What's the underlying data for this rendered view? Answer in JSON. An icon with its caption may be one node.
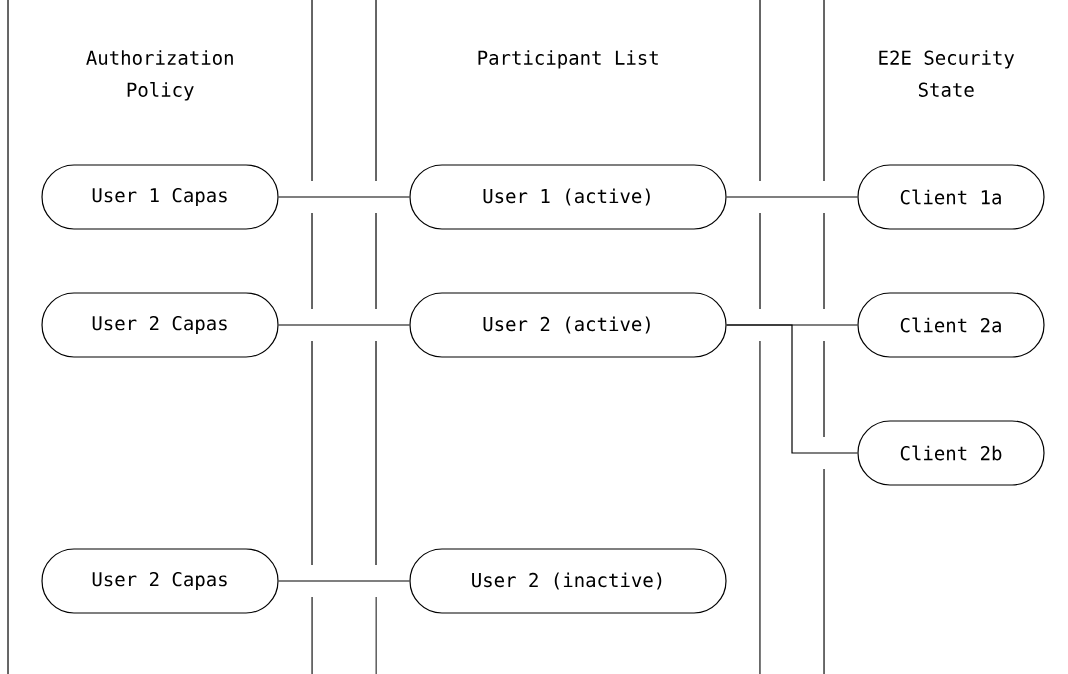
{
  "diagram": {
    "nodes": [
      {
        "text": [
          "Authorization Policy"
        ]
      },
      {
        "text": [
          "Participant List"
        ]
      },
      {
        "text": [
          "E2E Security State"
        ]
      },
      {
        "text": [
          "User 1 Capas"
        ],
        "in": 0
      },
      {
        "text": [
          "User 1 (active)"
        ],
        "in": 1
      },
      {
        "text": [
          "Client 1a"
        ],
        "in": 2
      },
      {
        "text": [
          "User 2 Capas"
        ],
        "in": 0
      },
      {
        "text": [
          "User 2 (active)"
        ],
        "in": 1
      },
      {
        "text": [
          "Client 2a"
        ],
        "in": 2
      },
      {
        "text": [
          "Client 2b"
        ],
        "in": 2
      },
      {
        "text": [
          "User 2 Capas"
        ],
        "in": 0
      },
      {
        "text": [
          "User 2 (inactive)"
        ],
        "in": 1
      }
    ],
    "edges": [
      {
        "from": 3,
        "to": 4,
        "arrow": "none"
      },
      {
        "from": 4,
        "to": 5,
        "arrow": "none"
      },
      {
        "from": 6,
        "to": 7,
        "arrow": "none"
      },
      {
        "from": 7,
        "to": 8,
        "arrow": "none"
      },
      {
        "from": 7,
        "to": 9,
        "arrow": "none"
      },
      {
        "from": 10,
        "to": 11,
        "arrow": "none"
      }
    ]
  }
}
